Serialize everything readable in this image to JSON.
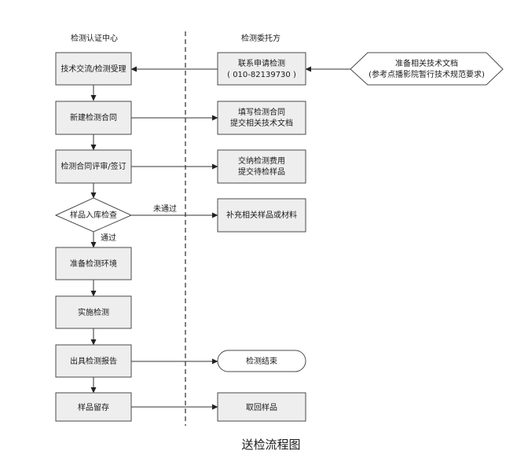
{
  "lanes": {
    "left": "检测认证中心",
    "right": "检测委托方"
  },
  "caption": "送检流程图",
  "nodes": {
    "prepare_docs": {
      "lines": [
        "准备相关技术文档",
        "(参考点播影院暂行技术规范要求)"
      ]
    },
    "contact": {
      "lines": [
        "联系申请检测",
        "( 010-82139730 )"
      ]
    },
    "tech_exchange": {
      "lines": [
        "技术交流/检测受理"
      ]
    },
    "new_contract": {
      "lines": [
        "新建检测合同"
      ]
    },
    "fill_contract": {
      "lines": [
        "填写检测合同",
        "提交相关技术文档"
      ]
    },
    "review_sign": {
      "lines": [
        "检测合同评审/签订"
      ]
    },
    "pay_submit": {
      "lines": [
        "交纳检测费用",
        "提交待检样品"
      ]
    },
    "inspect": {
      "lines": [
        "样品入库检查"
      ]
    },
    "supplement": {
      "lines": [
        "补充相关样品或材料"
      ]
    },
    "prepare_env": {
      "lines": [
        "准备检测环境"
      ]
    },
    "execute": {
      "lines": [
        "实施检测"
      ]
    },
    "report": {
      "lines": [
        "出具检测报告"
      ]
    },
    "end": {
      "lines": [
        "检测结束"
      ]
    },
    "retain": {
      "lines": [
        "样品留存"
      ]
    },
    "retrieve": {
      "lines": [
        "取回样品"
      ]
    }
  },
  "edge_labels": {
    "fail": "未通过",
    "pass": "通过"
  }
}
